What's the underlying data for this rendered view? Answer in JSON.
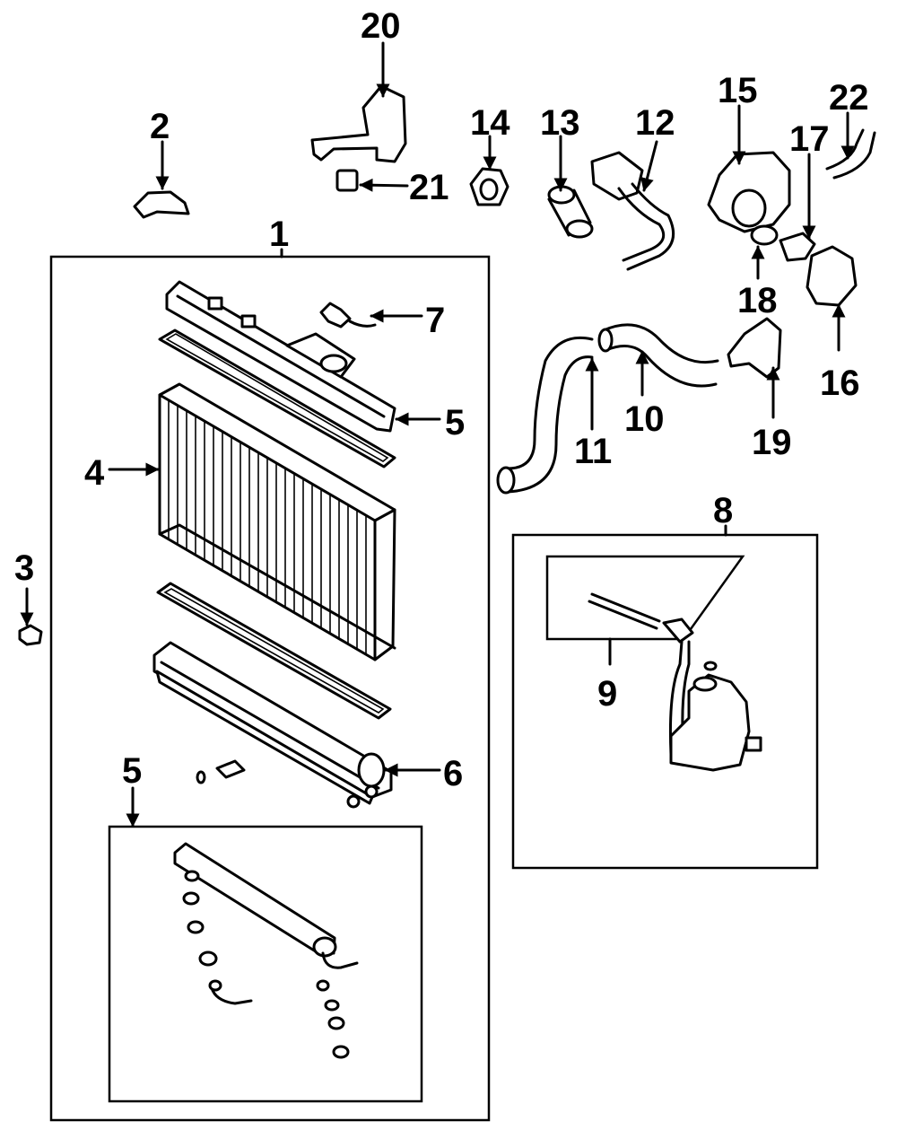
{
  "diagram": {
    "colors": {
      "ink": "#000000",
      "paper": "#ffffff"
    },
    "callouts": {
      "c1": "1",
      "c2": "2",
      "c3": "3",
      "c4": "4",
      "c5a": "5",
      "c5b": "5",
      "c6": "6",
      "c7": "7",
      "c8": "8",
      "c9": "9",
      "c10": "10",
      "c11": "11",
      "c12": "12",
      "c13": "13",
      "c14": "14",
      "c15": "15",
      "c16": "16",
      "c17": "17",
      "c18": "18",
      "c19": "19",
      "c20": "20",
      "c21": "21",
      "c22": "22"
    }
  }
}
